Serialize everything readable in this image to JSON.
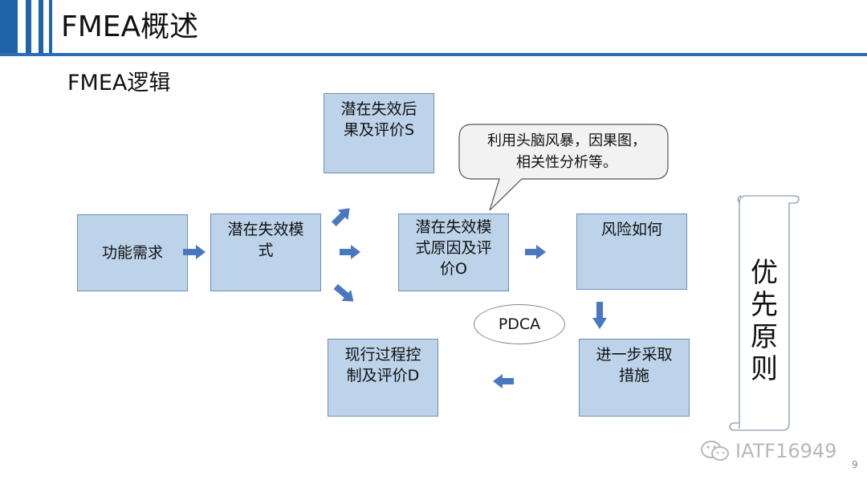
{
  "header": {
    "title": "FMEA概述",
    "bar_color": "#1f63a8"
  },
  "subtitle": "FMEA逻辑",
  "boxes": {
    "function_requirements": "功能需求",
    "failure_mode": [
      "潜在失效模",
      "式"
    ],
    "failure_effect": [
      "潜在失效后",
      "果及评价S"
    ],
    "failure_cause": [
      "潜在失效模",
      "式原因及评",
      "价O"
    ],
    "risk": "风险如何",
    "current_control": [
      "现行过程控",
      "制及评价D"
    ],
    "further_action": [
      "进一步采取",
      "措施"
    ]
  },
  "callout": [
    "利用头脑风暴，因果图，",
    "相关性分析等。"
  ],
  "pdca": "PDCA",
  "scroll": [
    "优",
    "先",
    "原",
    "则"
  ],
  "watermark": "IATF16949",
  "page_number": "9",
  "colors": {
    "box_fill": "#bcd3ea",
    "box_border": "#6f8fb3",
    "arrow": "#4a78c0",
    "rule": "#2a6db5"
  },
  "icons": {
    "watermark": "wechat-icon",
    "arrow": "block-arrow-icon"
  }
}
